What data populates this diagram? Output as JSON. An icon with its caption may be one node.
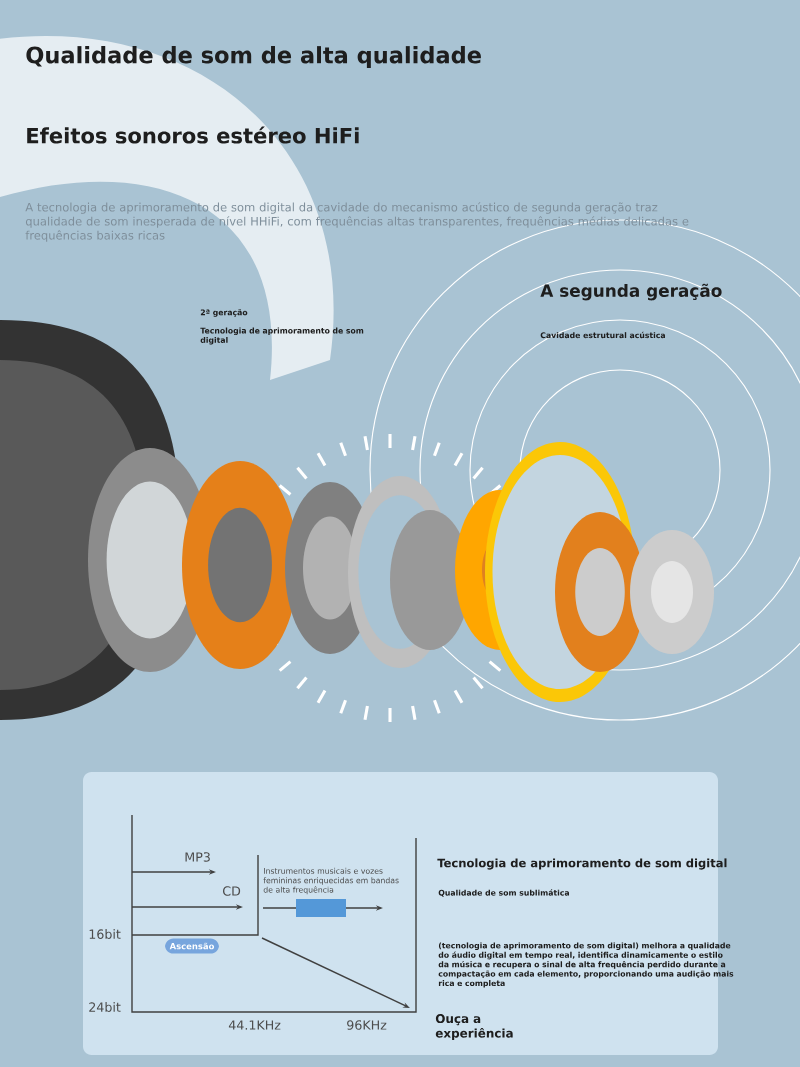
{
  "diagram": {
    "title": "Qualidade de som de alta qualidade",
    "nodes": [
      {
        "text": [
          "Ascensão"
        ]
      }
    ],
    "labels": [
      "Efeitos sonoros estéreo HiFi",
      "A tecnologia de aprimoramento de som digital da cavidade do mecanismo acústico de segunda geração traz qualidade de som inesperada de nível HHiFi, com frequências altas transparentes, frequências médias delicadas e frequências baixas ricas",
      "2ª geração",
      "Tecnologia de aprimoramento de som digital",
      "A segunda geração",
      "Cavidade estrutural acústica",
      "MP3",
      "CD",
      "16bit",
      "24bit",
      "44.1KHz",
      "96KHz",
      "Instrumentos musicais e vozes femininas enriquecidas em bandas de alta frequência",
      "Tecnologia de aprimoramento de som digital",
      "Qualidade de som sublimática",
      "(tecnologia de aprimoramento de som digital) melhora a qualidade do áudio digital em tempo real, identifica dinamicamente o estilo da música e recupera o sinal de alta frequência perdido durante a compactação em cada elemento, proporcionando uma audição mais rica e completa",
      "Ouça a experiência"
    ]
  }
}
